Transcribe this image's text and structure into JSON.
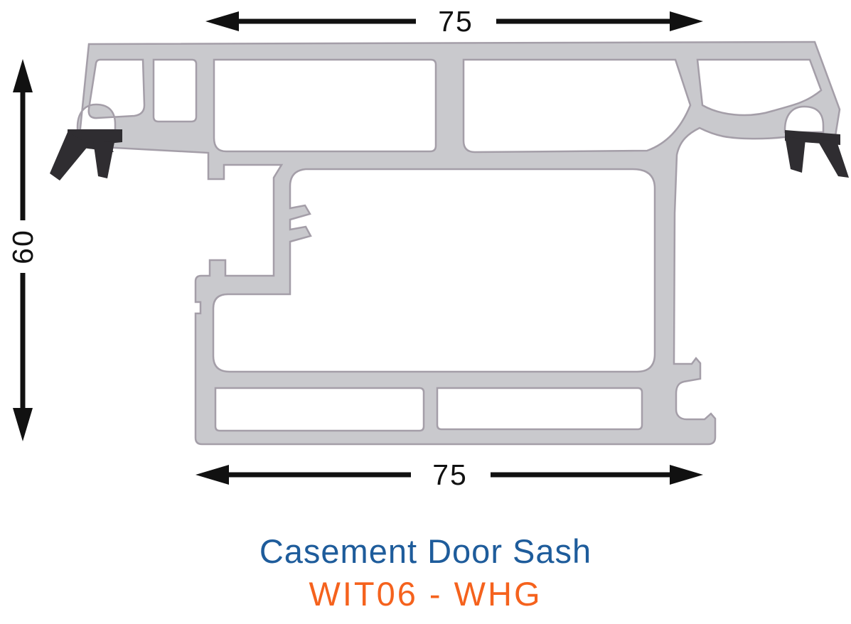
{
  "titles": {
    "product_name": "Casement Door Sash",
    "product_code": "WIT06 - WHG"
  },
  "diagram": {
    "dimension_top": "75",
    "dimension_left": "60",
    "dimension_bottom": "75"
  },
  "colors": {
    "profile_fill": "#c9c9cd",
    "profile_outline": "#a49ea8",
    "gasket": "#2f2d31",
    "dimension": "#111111",
    "product_name_color": "#1e5c9b",
    "product_code_color": "#f5621d"
  }
}
